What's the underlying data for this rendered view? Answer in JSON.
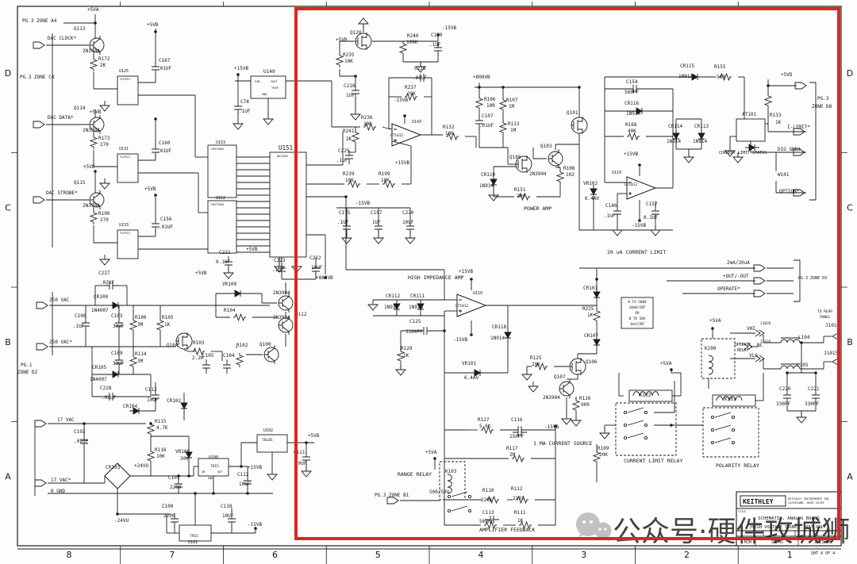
{
  "highlight": {
    "color": "#e02420"
  },
  "border": {
    "bottom_numbers": [
      "8",
      "7",
      "6",
      "5",
      "4",
      "3",
      "2",
      "1"
    ],
    "left_letters": [
      "D",
      "C",
      "B",
      "A"
    ],
    "right_letters": [
      "D",
      "C",
      "B",
      "A"
    ]
  },
  "watermark": {
    "text": "公众号·硬件攻城狮",
    "icon": "wechat-icon",
    "color": "#ababab"
  },
  "title_block": {
    "brand": "KEITHLEY",
    "company_line1": "KEITHLEY INSTRUMENTS INC.",
    "company_line2": "CLEVELAND, OHIO 44139",
    "title_label": "TITLE",
    "title_line1": "SCHEMATIC, ANALOG BOARD",
    "title_line2": "(HIGH VOLTAGE SOURCE. 487 ONLY)",
    "drawn": "MJH",
    "approved": "ST/MS",
    "date": "2/23/96",
    "sheet": "SHT 4 OF 4"
  },
  "schematic": {
    "labels": [
      [
        28,
        28,
        "PG.3 ZONE A4"
      ],
      [
        110,
        14,
        "+5VA"
      ],
      [
        93,
        38,
        "Q113"
      ],
      [
        60,
        50,
        "DAC CLOCK*"
      ],
      [
        104,
        66,
        "2N3904"
      ],
      [
        124,
        76,
        "R172"
      ],
      [
        126,
        84,
        "2K"
      ],
      [
        25,
        99,
        "PG.3 ZONE C4"
      ],
      [
        185,
        33,
        "+5VB"
      ],
      [
        150,
        91,
        "U125",
        5
      ],
      [
        151,
        101,
        "TLP521",
        3.6
      ],
      [
        200,
        78,
        "C167"
      ],
      [
        198,
        88,
        ".01UF"
      ],
      [
        93,
        138,
        "Q114"
      ],
      [
        60,
        150,
        "DAC DATA*"
      ],
      [
        104,
        166,
        "2N3904"
      ],
      [
        124,
        176,
        "R173"
      ],
      [
        126,
        184,
        "270"
      ],
      [
        113,
        143,
        "+5VB"
      ],
      [
        150,
        189,
        "U131",
        5
      ],
      [
        151,
        199,
        "TLP521",
        3.6
      ],
      [
        200,
        182,
        "C160"
      ],
      [
        198,
        192,
        ".01UF"
      ],
      [
        93,
        232,
        "Q115"
      ],
      [
        58,
        245,
        "DAC STROBE*"
      ],
      [
        104,
        261,
        "2N3904"
      ],
      [
        124,
        271,
        "R190"
      ],
      [
        126,
        279,
        "270"
      ],
      [
        105,
        212,
        "+5VB"
      ],
      [
        182,
        240,
        "+5VB"
      ],
      [
        150,
        285,
        "U133",
        5
      ],
      [
        151,
        295,
        "TLP521",
        3.6
      ],
      [
        202,
        278,
        "C156"
      ],
      [
        200,
        288,
        ".01UF"
      ],
      [
        295,
        88,
        "+15VB"
      ],
      [
        332,
        92,
        "U149"
      ],
      [
        321,
        104,
        "VIN",
        3.5
      ],
      [
        341,
        104,
        "VOUT",
        3.5
      ],
      [
        342,
        112,
        "TRIM",
        3.5
      ],
      [
        330,
        120,
        "GND",
        3.5
      ],
      [
        303,
        130,
        "C74"
      ],
      [
        301,
        142,
        ".1UF"
      ],
      [
        272,
        181,
        "U153",
        5
      ],
      [
        265,
        189,
        "74HCT4094",
        3.2
      ],
      [
        272,
        251,
        "U152",
        5
      ],
      [
        265,
        259,
        "74HCT4094",
        3.2
      ],
      [
        351,
        189,
        "U151",
        7.5
      ],
      [
        349,
        198,
        "AD7546",
        3.8
      ],
      [
        276,
        320,
        "C221"
      ],
      [
        272,
        332,
        "0.1UF"
      ],
      [
        246,
        346,
        "+5VB"
      ],
      [
        310,
        316,
        "+5VB"
      ],
      [
        345,
        330,
        "C223"
      ],
      [
        343,
        342,
        ".1UF"
      ],
      [
        390,
        327,
        "C222"
      ],
      [
        392,
        339,
        "10UF"
      ],
      [
        398,
        352,
        "+800VB"
      ],
      [
        427,
        270,
        "C175"
      ],
      [
        425,
        282,
        ".1UF"
      ],
      [
        448,
        258,
        "-15VB"
      ],
      [
        467,
        270,
        "C197"
      ],
      [
        469,
        282,
        "1UF"
      ],
      [
        507,
        270,
        "C220"
      ],
      [
        507,
        282,
        "10UF"
      ],
      [
        455,
        150,
        "R236"
      ],
      [
        458,
        158,
        "20K"
      ],
      [
        432,
        167,
        "R241"
      ],
      [
        436,
        177,
        "2K"
      ],
      [
        426,
        192,
        "C225"
      ],
      [
        424,
        204,
        ".1UF"
      ],
      [
        432,
        221,
        "R239"
      ],
      [
        435,
        229,
        "10K"
      ],
      [
        477,
        221,
        "R199"
      ],
      [
        480,
        229,
        "10K"
      ],
      [
        522,
        88,
        "C226"
      ],
      [
        520,
        100,
        ".01UF"
      ],
      [
        510,
        112,
        "R237"
      ],
      [
        513,
        120,
        "20K"
      ],
      [
        496,
        128,
        "-15VB"
      ],
      [
        519,
        155,
        "U143",
        5
      ],
      [
        492,
        172,
        "LT1012",
        4.5
      ],
      [
        498,
        207,
        "+15VB"
      ],
      [
        558,
        162,
        "R132"
      ],
      [
        561,
        170,
        "10K"
      ],
      [
        423,
        52,
        "+5VB"
      ],
      [
        441,
        43,
        "Q120"
      ],
      [
        432,
        71,
        "R235"
      ],
      [
        434,
        79,
        "10K"
      ],
      [
        513,
        47,
        "R240"
      ],
      [
        512,
        55,
        "100K"
      ],
      [
        543,
        46,
        "C170"
      ],
      [
        541,
        58,
        ".1UF"
      ],
      [
        557,
        37,
        "-15VB"
      ],
      [
        433,
        110,
        "C218"
      ],
      [
        436,
        122,
        "1UF"
      ],
      [
        596,
        99,
        "+800VB"
      ],
      [
        610,
        127,
        "R106"
      ],
      [
        613,
        135,
        "10R"
      ],
      [
        607,
        148,
        "C107"
      ],
      [
        604,
        160,
        ".01UF"
      ],
      [
        638,
        128,
        "R107"
      ],
      [
        641,
        136,
        "1M"
      ],
      [
        640,
        158,
        "R113"
      ],
      [
        643,
        166,
        "1M"
      ],
      [
        714,
        144,
        "Q101"
      ],
      [
        681,
        186,
        "Q103"
      ],
      [
        667,
        221,
        "2N3904"
      ],
      [
        642,
        200,
        "Q105"
      ],
      [
        606,
        222,
        "CR110"
      ],
      [
        604,
        236,
        "1N914"
      ],
      [
        648,
        241,
        "R151"
      ],
      [
        651,
        249,
        "100"
      ],
      [
        710,
        214,
        "R108"
      ],
      [
        713,
        222,
        "102"
      ],
      [
        660,
        265,
        "POWER AMP",
        6.5
      ],
      [
        735,
        233,
        "VR102"
      ],
      [
        737,
        252,
        "6.4AV"
      ],
      [
        789,
        105,
        "C154"
      ],
      [
        787,
        118,
        "560PF"
      ],
      [
        787,
        132,
        "CR116"
      ],
      [
        789,
        145,
        "1N914"
      ],
      [
        788,
        159,
        "R168"
      ],
      [
        791,
        167,
        "40K"
      ],
      [
        842,
        161,
        "CR114"
      ],
      [
        840,
        180,
        "1N914"
      ],
      [
        875,
        161,
        "CR113"
      ],
      [
        873,
        180,
        "1N914"
      ],
      [
        786,
        196,
        "+15VB"
      ],
      [
        771,
        219,
        "U119",
        5
      ],
      [
        787,
        234,
        "LT1012",
        4.5
      ],
      [
        763,
        261,
        "C146"
      ],
      [
        761,
        274,
        ".1UF"
      ],
      [
        814,
        259,
        "C157"
      ],
      [
        811,
        276,
        "0.1UF"
      ],
      [
        796,
        286,
        "-15VB"
      ],
      [
        765,
        320,
        "20 uA CURRENT LIMIT",
        6.5
      ],
      [
        857,
        85,
        "CR115"
      ],
      [
        855,
        98,
        "1N914"
      ],
      [
        900,
        86,
        "R155"
      ],
      [
        903,
        99,
        "560"
      ],
      [
        984,
        96,
        "+5VD"
      ],
      [
        970,
        147,
        "R133"
      ],
      [
        977,
        156,
        "1K"
      ],
      [
        1030,
        126,
        "PG.3"
      ],
      [
        1023,
        136,
        "ZONE D8"
      ],
      [
        935,
        146,
        "AT101"
      ],
      [
        992,
        162,
        "I-LIMIT*"
      ],
      [
        906,
        194,
        "CURRENT LIMIT STATUS",
        5
      ],
      [
        980,
        190,
        "DIG GND3"
      ],
      [
        980,
        222,
        "W101"
      ],
      [
        982,
        243,
        "OPTION*"
      ],
      [
        514,
        352,
        "HIGH IMPEDANCE AMP",
        6.5
      ],
      [
        486,
        375,
        "CR112"
      ],
      [
        484,
        389,
        "1N914"
      ],
      [
        517,
        375,
        "CR111"
      ],
      [
        515,
        389,
        "1N914"
      ],
      [
        596,
        371,
        "U110",
        5
      ],
      [
        574,
        387,
        "LT1012",
        4.5
      ],
      [
        578,
        344,
        "+15VB"
      ],
      [
        571,
        430,
        "-15VB"
      ],
      [
        516,
        407,
        "C125"
      ],
      [
        511,
        420,
        "3300PF"
      ],
      [
        505,
        441,
        "R129"
      ],
      [
        508,
        450,
        "1K"
      ],
      [
        620,
        414,
        "CR118"
      ],
      [
        618,
        428,
        "1N914"
      ],
      [
        582,
        460,
        "VR101"
      ],
      [
        585,
        478,
        "6.4AV"
      ],
      [
        735,
        365,
        "CR101"
      ],
      [
        734,
        391,
        "R225"
      ],
      [
        740,
        399,
        "1K"
      ],
      [
        736,
        425,
        "CR107"
      ],
      [
        738,
        458,
        "Q106"
      ],
      [
        668,
        453,
        "R125"
      ],
      [
        670,
        461,
        "20K"
      ],
      [
        698,
        477,
        "Q107"
      ],
      [
        684,
        503,
        "2N3904"
      ],
      [
        730,
        504,
        "R126"
      ],
      [
        732,
        512,
        "909"
      ],
      [
        803,
        382,
        "0 TO 500V",
        4.3,
        "middle"
      ],
      [
        803,
        389,
        "10mV/CNT",
        4.3,
        "middle"
      ],
      [
        803,
        396,
        "OR",
        4.3,
        "middle"
      ],
      [
        803,
        403,
        "0 TO 50V",
        4.3,
        "middle"
      ],
      [
        803,
        410,
        "1mV/CNT",
        4.3,
        "middle"
      ],
      [
        602,
        531,
        "R127"
      ],
      [
        604,
        539,
        "5.6K"
      ],
      [
        644,
        531,
        "C116"
      ],
      [
        642,
        552,
        "150PF"
      ],
      [
        686,
        540,
        "-15VB"
      ],
      [
        672,
        561,
        "1 MA CURRENT SOURCE",
        6.5
      ],
      [
        638,
        567,
        "R117"
      ],
      [
        642,
        575,
        "2M"
      ],
      [
        561,
        596,
        "K103"
      ],
      [
        501,
        600,
        "RANGE RELAY",
        6.5
      ],
      [
        472,
        626,
        "PG.3 ZONE B1"
      ],
      [
        541,
        622,
        "500/50V"
      ],
      [
        536,
        572,
        "+5VA"
      ],
      [
        608,
        620,
        "R110"
      ],
      [
        606,
        632,
        "220K"
      ],
      [
        644,
        618,
        "R112"
      ],
      [
        646,
        630,
        "2191"
      ],
      [
        608,
        648,
        "C113"
      ],
      [
        604,
        659,
        "560PF"
      ],
      [
        648,
        648,
        "R111"
      ],
      [
        652,
        658,
        "1K"
      ],
      [
        604,
        670,
        "AMPLIFIER FEEDBACK",
        6.5
      ],
      [
        888,
        441,
        "K100"
      ],
      [
        926,
        436,
        "OPERATE",
        4.8
      ],
      [
        929,
        443,
        "RELAY",
        4.8
      ],
      [
        832,
        460,
        "+5VA"
      ],
      [
        806,
        500,
        "K102"
      ],
      [
        913,
        505,
        "K101"
      ],
      [
        786,
        583,
        "CURRENT LIMIT RELAY",
        6.5
      ],
      [
        902,
        589,
        "POLARITY RELAY",
        6.5
      ],
      [
        753,
        567,
        "R109"
      ],
      [
        755,
        575,
        "20K"
      ],
      [
        916,
        333,
        "2mA/20uA"
      ],
      [
        911,
        350,
        "+OUT/-OUT"
      ],
      [
        904,
        366,
        "OPERATE*"
      ],
      [
        1006,
        352,
        "PG.3 ZONE D3",
        5
      ],
      [
        1030,
        394,
        "TO REAR",
        4.5
      ],
      [
        1033,
        401,
        "PANEL",
        4.5
      ],
      [
        1040,
        412,
        "J1014"
      ],
      [
        894,
        406,
        "+5VA"
      ],
      [
        941,
        416,
        "VHI"
      ],
      [
        958,
        409,
        "J1026",
        4.5
      ],
      [
        954,
        437,
        "NC"
      ],
      [
        944,
        450,
        "VLO"
      ],
      [
        958,
        432,
        "J1026",
        4.5
      ],
      [
        1006,
        427,
        "L104"
      ],
      [
        1004,
        462,
        "L105"
      ],
      [
        1038,
        447,
        "J1015"
      ],
      [
        982,
        492,
        "C220"
      ],
      [
        978,
        511,
        "330PF"
      ],
      [
        1018,
        492,
        "C221"
      ],
      [
        1014,
        511,
        "330PF"
      ],
      [
        124,
        346,
        "C227"
      ],
      [
        126,
        358,
        ".02UF"
      ],
      [
        118,
        376,
        "CR100"
      ],
      [
        115,
        393,
        "1N4007"
      ],
      [
        62,
        380,
        "250 VAC"
      ],
      [
        62,
        433,
        "250 VAC*"
      ],
      [
        94,
        400,
        "C106"
      ],
      [
        92,
        413,
        ".1UF"
      ],
      [
        140,
        400,
        "C103"
      ],
      [
        142,
        413,
        "33UF"
      ],
      [
        170,
        402,
        "R100"
      ],
      [
        173,
        411,
        "3M"
      ],
      [
        204,
        402,
        "R105"
      ],
      [
        207,
        411,
        "1K"
      ],
      [
        210,
        437,
        "Q104"
      ],
      [
        243,
        434,
        "R103"
      ],
      [
        242,
        453,
        "2.2M"
      ],
      [
        140,
        447,
        "C109"
      ],
      [
        142,
        460,
        "33UF"
      ],
      [
        170,
        448,
        "R114"
      ],
      [
        173,
        457,
        "3M"
      ],
      [
        116,
        465,
        "CR105"
      ],
      [
        113,
        480,
        "1N4007"
      ],
      [
        126,
        491,
        "C228"
      ],
      [
        128,
        503,
        ".02UF"
      ],
      [
        26,
        462,
        "PG.1"
      ],
      [
        22,
        471,
        "ZONE D2"
      ],
      [
        183,
        493,
        "C112"
      ],
      [
        185,
        506,
        "10UF"
      ],
      [
        155,
        514,
        "CR104"
      ],
      [
        210,
        507,
        "CR102"
      ],
      [
        280,
        360,
        "VR100"
      ],
      [
        344,
        371,
        "2N3904"
      ],
      [
        282,
        393,
        "R104"
      ],
      [
        344,
        402,
        "2N3904"
      ],
      [
        372,
        398,
        "Q112"
      ],
      [
        327,
        436,
        "Q100"
      ],
      [
        298,
        437,
        "R102"
      ],
      [
        255,
        450,
        "C105"
      ],
      [
        281,
        450,
        "C104"
      ],
      [
        72,
        531,
        "17 VAC"
      ],
      [
        93,
        546,
        "C192"
      ],
      [
        93,
        558,
        ".02UF"
      ],
      [
        195,
        533,
        "R115"
      ],
      [
        197,
        541,
        "4.7K"
      ],
      [
        195,
        569,
        "R116"
      ],
      [
        197,
        577,
        "10K"
      ],
      [
        221,
        571,
        "VR106"
      ],
      [
        227,
        580,
        "30V"
      ],
      [
        133,
        591,
        "CR103"
      ],
      [
        169,
        589,
        "+24VU"
      ],
      [
        263,
        578,
        "U100",
        5
      ],
      [
        265,
        589,
        "7815",
        4.5
      ],
      [
        254,
        596,
        "IN",
        3.5
      ],
      [
        274,
        596,
        "OUT",
        3.5
      ],
      [
        262,
        604,
        "GND",
        3.5
      ],
      [
        212,
        604,
        "C101"
      ],
      [
        214,
        616,
        "2200"
      ],
      [
        64,
        607,
        "17 VAC*"
      ],
      [
        64,
        621,
        "0 GND"
      ],
      [
        204,
        640,
        "C100"
      ],
      [
        206,
        652,
        "2200"
      ],
      [
        144,
        658,
        "-24VU"
      ],
      [
        278,
        640,
        "C110"
      ],
      [
        280,
        652,
        "10UF"
      ],
      [
        237,
        685,
        "U101",
        5
      ],
      [
        239,
        677,
        "7915",
        4.5
      ],
      [
        299,
        600,
        "C112"
      ],
      [
        301,
        612,
        "10UF"
      ],
      [
        332,
        544,
        "U102",
        5
      ],
      [
        330,
        556,
        "78L05",
        4.5
      ],
      [
        388,
        551,
        "+5VB"
      ],
      [
        370,
        572,
        "C111"
      ],
      [
        372,
        586,
        "10UF"
      ],
      [
        312,
        591,
        "+15VB"
      ],
      [
        312,
        663,
        "-15VB"
      ]
    ]
  }
}
